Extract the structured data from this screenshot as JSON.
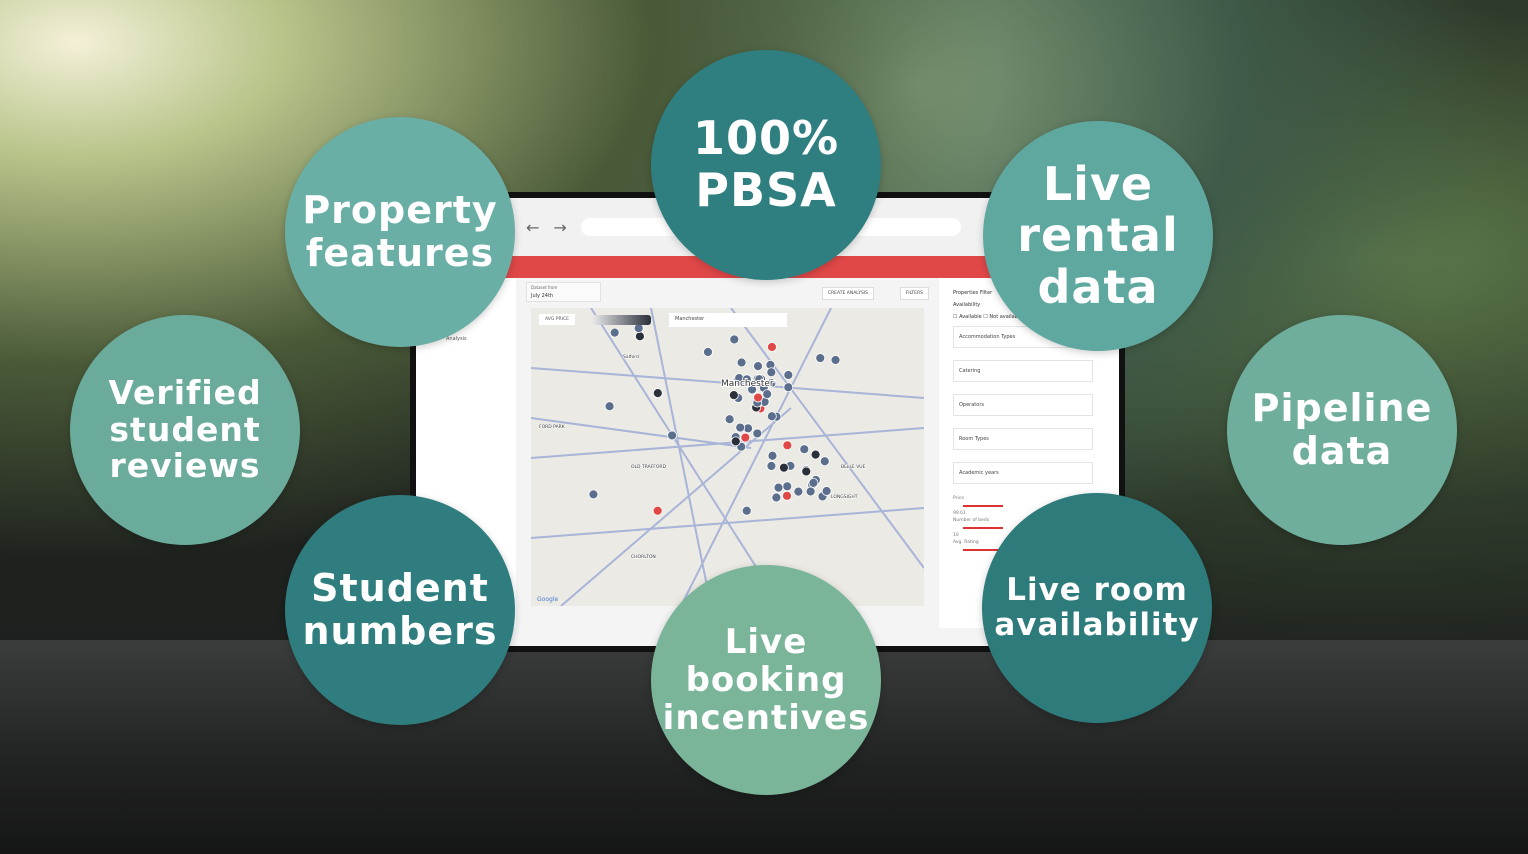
{
  "colors": {
    "teal_dark": "#2f7d7e",
    "teal_light": "#6aafa3",
    "brand_red": "#e04848"
  },
  "screen": {
    "nav": {
      "back_icon": "arrow-left-icon",
      "forward_icon": "arrow-right-icon"
    },
    "sidebar": {
      "item": "Analysis"
    },
    "dataset": {
      "label": "Dataset from",
      "value": "July 24th"
    },
    "toolbar": {
      "create_analysis": "CREATE ANALYSIS",
      "filters": "FILTERS"
    },
    "map": {
      "metric": "AVG PRICE",
      "city": "Manchester",
      "labels": [
        "Manchester",
        "Salford",
        "OLD TRAFFORD",
        "LONGSIGHT",
        "CHORLTON",
        "FORD PARK",
        "BELLE VUE"
      ],
      "attribution": "Google"
    },
    "filters": {
      "title": "Properties Filter",
      "availability": "Availability",
      "available": "Available",
      "not_available": "Not available",
      "selects": [
        "Accommodation Types",
        "Catering",
        "Operators",
        "Room Types",
        "Academic years"
      ],
      "price_label": "Price",
      "price_value": "99.61",
      "beds_label": "Number of beds",
      "beds_value": "10",
      "rating_label": "Avg. Rating"
    }
  },
  "features": [
    "100% PBSA",
    "Property features",
    "Live rental data",
    "Pipeline data",
    "Verified student reviews",
    "Student numbers",
    "Live booking incentives",
    "Live room availability"
  ]
}
